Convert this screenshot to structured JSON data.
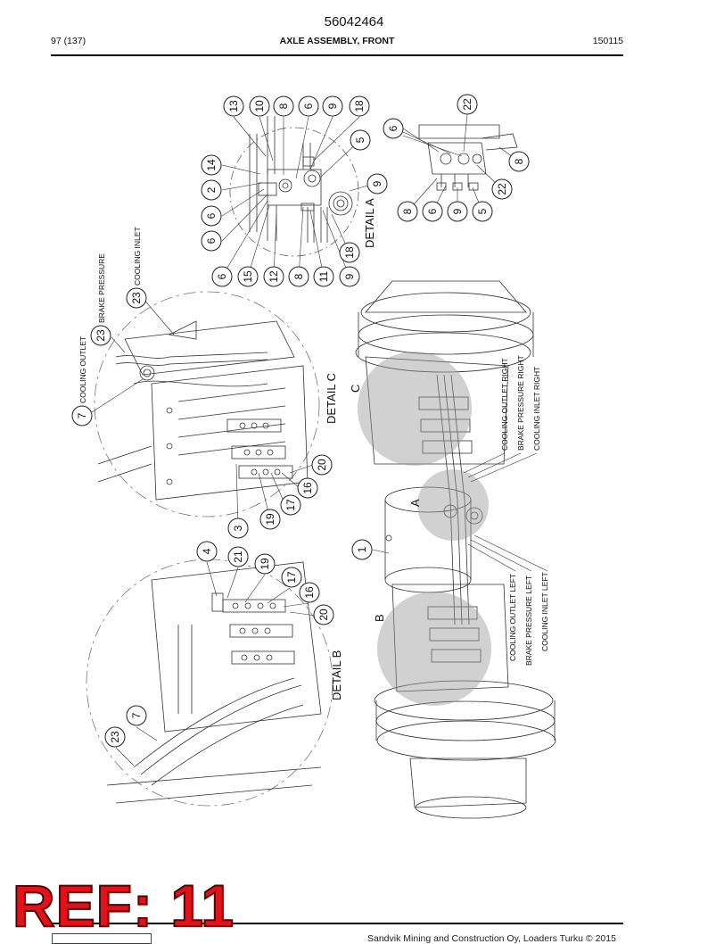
{
  "header": {
    "doc_number": "56042464",
    "page": "97 (137)",
    "title": "AXLE ASSEMBLY, FRONT",
    "date_code": "150115"
  },
  "details": {
    "a": "DETAIL A",
    "b": "DETAIL B",
    "c": "DETAIL C",
    "letter_a": "A",
    "letter_b": "B",
    "letter_c": "C"
  },
  "labels": {
    "cooling_outlet": "COOLING OUTLET",
    "brake_pressure": "BRAKE PRESSURE",
    "cooling_inlet": "COOLING INLET",
    "cooling_outlet_right": "COOLING OUTLET RIGHT",
    "brake_pressure_right": "BRAKE PRESSURE RIGHT",
    "cooling_inlet_right": "COOLING INLET RIGHT",
    "cooling_outlet_left": "COOLING OUTLET LEFT",
    "brake_pressure_left": "BRAKE PRESSURE LEFT",
    "cooling_inlet_left": "COOLING INLET LEFT"
  },
  "balloons": {
    "a_top": [
      "13",
      "10",
      "8",
      "6",
      "9",
      "18"
    ],
    "a_5": "5",
    "a_14": "14",
    "a_2": "2",
    "a_6a": "6",
    "a_6b": "6",
    "a_9r": "9",
    "a_bottom": [
      "6",
      "15",
      "12",
      "8",
      "11",
      "9",
      "18"
    ],
    "c_7": "7",
    "c_23a": "23",
    "c_23b": "23",
    "c_20": "20",
    "c_16": "16",
    "c_17": "17",
    "c_19": "19",
    "c_3": "3",
    "b_4": "4",
    "b_21": "21",
    "b_19": "19",
    "b_17": "17",
    "b_16": "16",
    "b_20": "20",
    "b_7": "7",
    "b_23": "23",
    "main_1": "1",
    "r_6": "6",
    "r_22a": "22",
    "r_8a": "8",
    "r_22b": "22",
    "r_5": "5",
    "r_9": "9",
    "r_6b": "6",
    "r_8b": "8"
  },
  "ref_stamp": "REF: 11",
  "footer": "Sandvik Mining and Construction Oy, Loaders Turku © 2015"
}
